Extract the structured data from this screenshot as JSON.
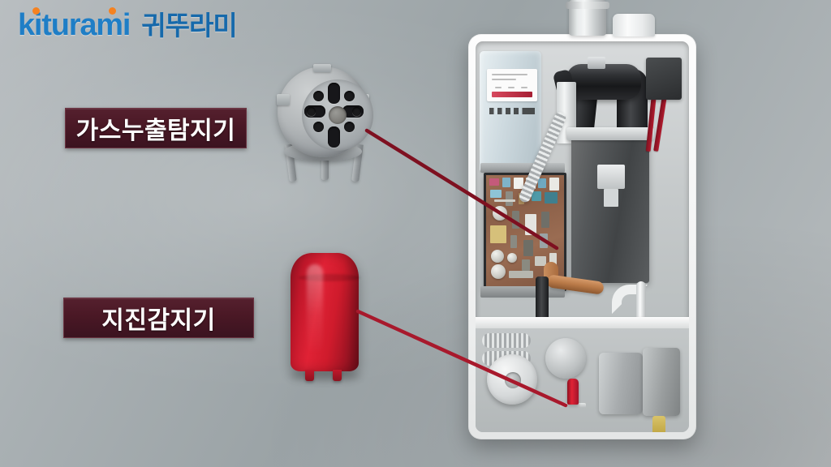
{
  "brand": {
    "latin": "kiturami",
    "hangul": "귀뚜라미",
    "latin_color": "#1f7ec6",
    "hangul_color": "#1669ab",
    "accent_dot_color": "#f58220"
  },
  "callouts": [
    {
      "id": "gas-leak-detector",
      "label": "가스누출탐지기",
      "box_color": "#4a1825",
      "text_color": "#ffffff",
      "leader_color": "#7e1020"
    },
    {
      "id": "earthquake-sensor",
      "label": "지진감지기",
      "box_color": "#4a1825",
      "text_color": "#ffffff",
      "leader_color": "#a8192c"
    }
  ],
  "parts": {
    "gas_detector": {
      "name": "gas-leak-detector-part",
      "color": "#a9aeb1",
      "description": "gray round vented sensor housing with legs"
    },
    "earthquake_sensor": {
      "name": "earthquake-sensor-part",
      "color": "#cf1b2c",
      "description": "red cylindrical sensor with rounded top"
    }
  },
  "product": {
    "name": "gas-boiler-cutaway",
    "casing_color": "#fdfdfd",
    "interior_color": "#c6cacb"
  },
  "background": {
    "gradient_from": "#b9bec1",
    "gradient_to": "#9ba3a6"
  }
}
